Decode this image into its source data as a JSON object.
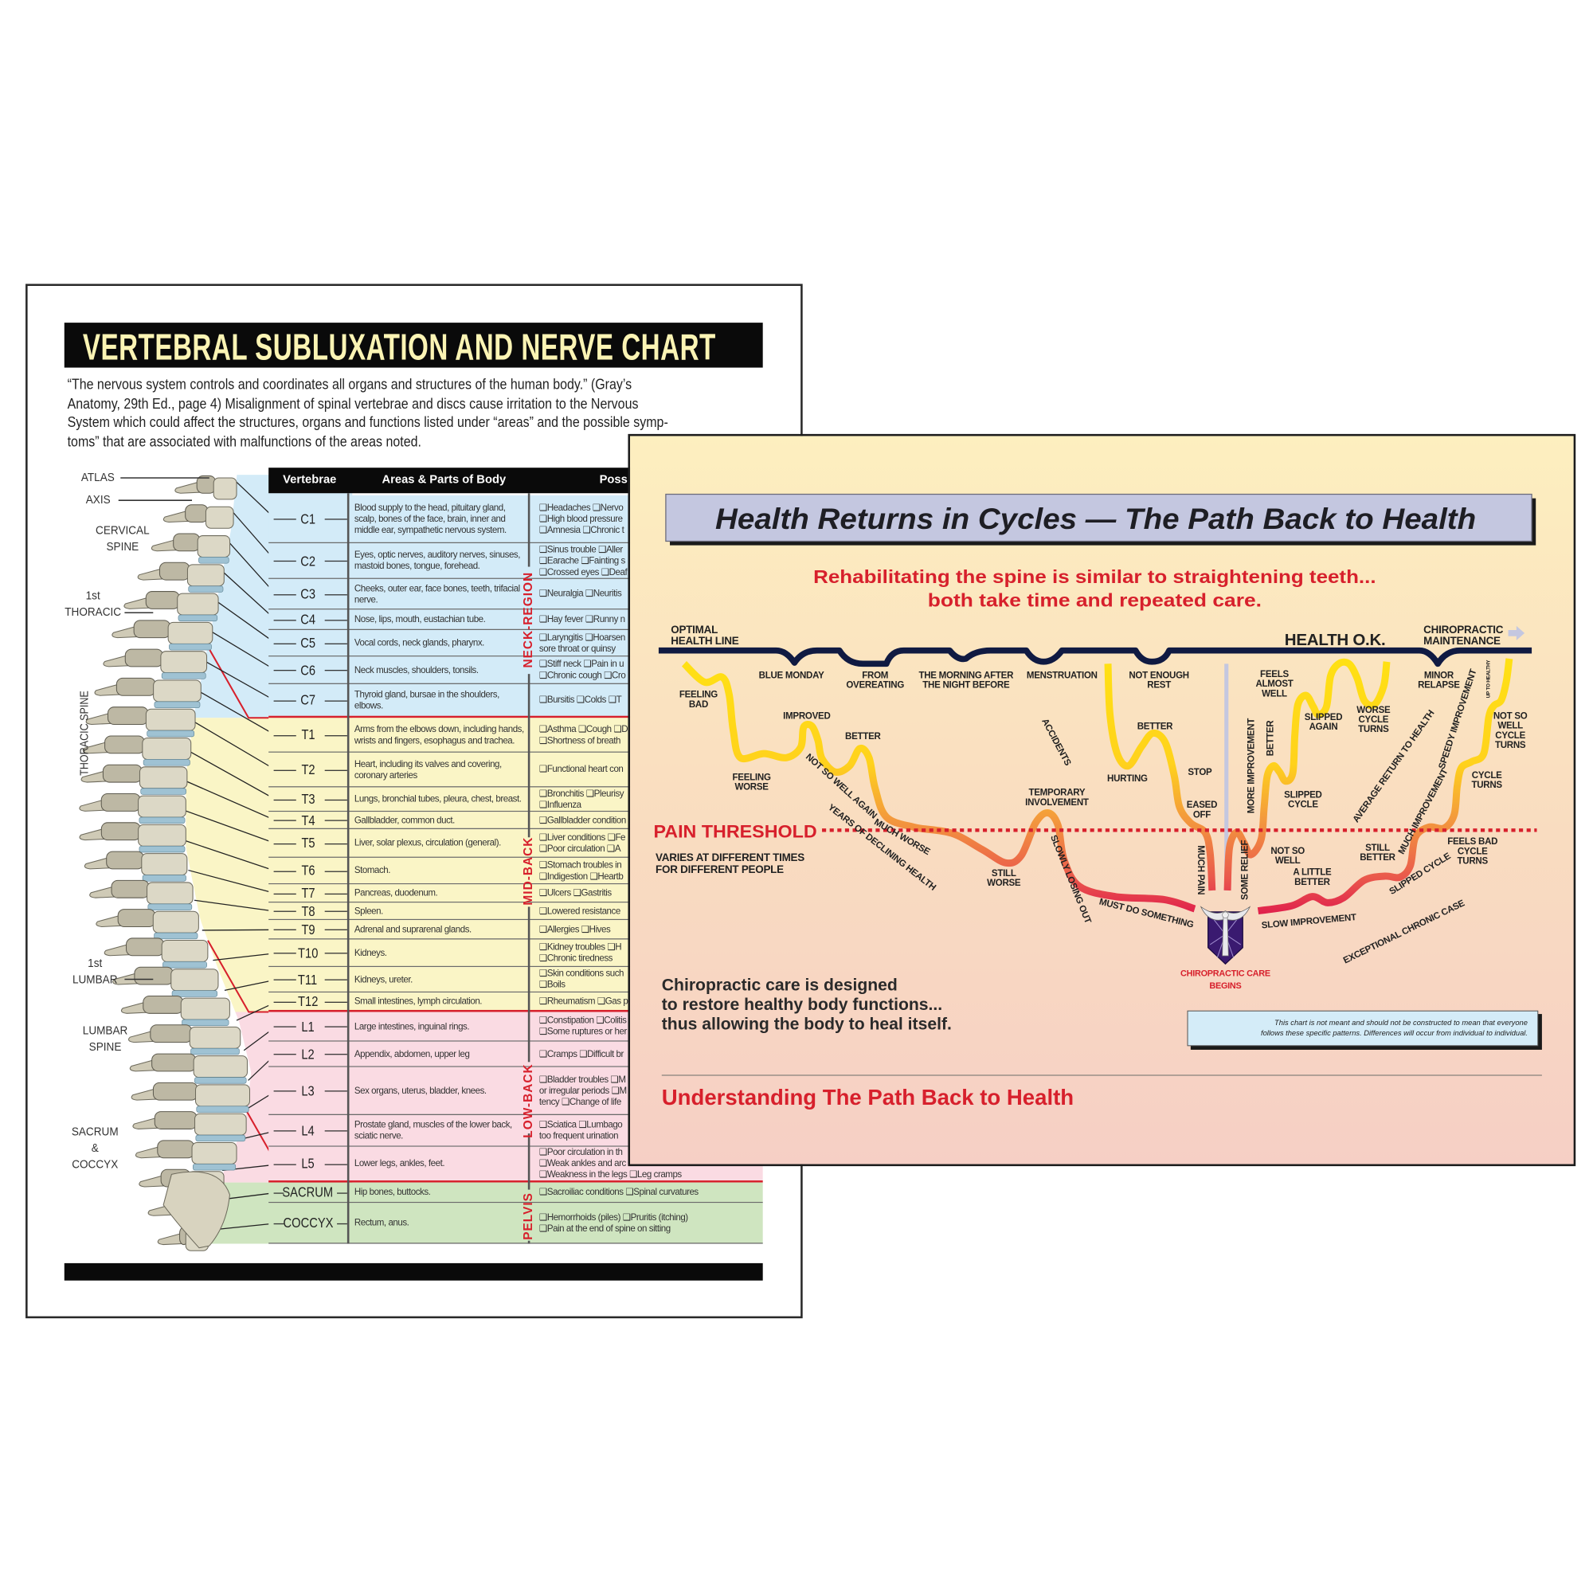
{
  "nerve_chart": {
    "title": "VERTEBRAL SUBLUXATION AND NERVE CHART",
    "intro_lines": [
      "“The nervous system controls and coordinates all organs and structures of the human body.” (Gray’s",
      "Anatomy, 29th Ed., page 4) Misalignment of spinal vertebrae and discs cause irritation to the Nervous",
      "System which could affect the structures, organs and functions listed under “areas” and the possible symp-",
      "toms” that are associated with malfunctions of the areas noted."
    ],
    "spine_labels": {
      "atlas": "ATLAS",
      "axis": "AXIS",
      "cervical": [
        "CERVICAL",
        "SPINE"
      ],
      "first_thoracic": [
        "1st",
        "THORACIC"
      ],
      "thoracic": "THORACIC SPINE",
      "first_lumbar": [
        "1st",
        "LUMBAR"
      ],
      "lumbar": [
        "LUMBAR",
        "SPINE"
      ],
      "sacrum_coccyx": [
        "SACRUM",
        "&",
        "COCCYX"
      ]
    },
    "headers": [
      "Vertebrae",
      "Areas & Parts of Body",
      "Possi"
    ],
    "regions": [
      "NECK-REGION",
      "MID-BACK",
      "LOW-BACK",
      "PELVIS"
    ],
    "region_colors": {
      "neck": "#d3ebf8",
      "mid": "#faf5c6",
      "low": "#fadbe3",
      "pelvis": "#cfe5c0",
      "divider": "#d7202c"
    },
    "rows": [
      {
        "v": "C1",
        "area": "Blood supply to the head, pituitary gland, scalp, bones of the face, brain, inner and middle ear, sympathetic nervous system.",
        "symptoms": [
          "❑Headaches ❑Nervo",
          "❑High blood pressure",
          "❑Amnesia ❑Chronic t"
        ]
      },
      {
        "v": "C2",
        "area": "Eyes, optic nerves, auditory nerves, sinuses, mastoid bones, tongue, forehead.",
        "symptoms": [
          "❑Sinus trouble ❑Aller",
          "❑Earache ❑Fainting s",
          "❑Crossed eyes ❑Deaf"
        ]
      },
      {
        "v": "C3",
        "area": "Cheeks, outer ear, face bones, teeth, trifacial nerve.",
        "symptoms": [
          "❑Neuralgia ❑Neuritis"
        ]
      },
      {
        "v": "C4",
        "area": "Nose, lips, mouth, eustachian tube.",
        "symptoms": [
          "❑Hay fever ❑Runny n"
        ]
      },
      {
        "v": "C5",
        "area": "Vocal cords, neck glands, pharynx.",
        "symptoms": [
          "❑Laryngitis ❑Hoarsen",
          "sore throat or quinsy"
        ]
      },
      {
        "v": "C6",
        "area": "Neck muscles, shoulders, tonsils.",
        "symptoms": [
          "❑Stiff neck ❑Pain in u",
          "❑Chronic cough ❑Cro"
        ]
      },
      {
        "v": "C7",
        "area": "Thyroid gland, bursae in the shoulders, elbows.",
        "symptoms": [
          "❑Bursitis ❑Colds ❑T"
        ]
      },
      {
        "v": "T1",
        "area": "Arms from the elbows down, including hands, wrists and fingers, esophagus and trachea.",
        "symptoms": [
          "❑Asthma ❑Cough ❑D",
          "❑Shortness of breath"
        ]
      },
      {
        "v": "T2",
        "area": "Heart, including its valves and covering, coronary arteries",
        "symptoms": [
          "❑Functional heart con"
        ]
      },
      {
        "v": "T3",
        "area": "Lungs, bronchial tubes, pleura, chest, breast.",
        "symptoms": [
          "❑Bronchitis ❑Pleurisy",
          "❑Influenza"
        ]
      },
      {
        "v": "T4",
        "area": "Gallbladder, common duct.",
        "symptoms": [
          "❑Gallbladder condition"
        ]
      },
      {
        "v": "T5",
        "area": "Liver, solar plexus, circulation (general).",
        "symptoms": [
          "❑Liver conditions ❑Fe",
          "❑Poor circulation ❑A"
        ]
      },
      {
        "v": "T6",
        "area": "Stomach.",
        "symptoms": [
          "❑Stomach troubles in",
          "❑Indigestion ❑Heartb"
        ]
      },
      {
        "v": "T7",
        "area": "Pancreas, duodenum.",
        "symptoms": [
          "❑Ulcers ❑Gastritis"
        ]
      },
      {
        "v": "T8",
        "area": "Spleen.",
        "symptoms": [
          "❑Lowered resistance"
        ]
      },
      {
        "v": "T9",
        "area": "Adrenal and suprarenal glands.",
        "symptoms": [
          "❑Allergies ❑Hives"
        ]
      },
      {
        "v": "T10",
        "area": "Kidneys.",
        "symptoms": [
          "❑Kidney troubles ❑H",
          "❑Chronic tiredness"
        ]
      },
      {
        "v": "T11",
        "area": "Kidneys, ureter.",
        "symptoms": [
          "❑Skin conditions such",
          "❑Boils"
        ]
      },
      {
        "v": "T12",
        "area": "Small intestines, lymph circulation.",
        "symptoms": [
          "❑Rheumatism ❑Gas p"
        ]
      },
      {
        "v": "L1",
        "area": "Large intestines, inguinal rings.",
        "symptoms": [
          "❑Constipation ❑Colitis",
          "❑Some ruptures or her"
        ]
      },
      {
        "v": "L2",
        "area": "Appendix, abdomen, upper leg",
        "symptoms": [
          "❑Cramps ❑Difficult br"
        ]
      },
      {
        "v": "L3",
        "area": "Sex organs, uterus, bladder, knees.",
        "symptoms": [
          "❑Bladder troubles ❑M",
          "or irregular periods ❑M",
          "tency ❑Change of life"
        ]
      },
      {
        "v": "L4",
        "area": "Prostate gland, muscles of the lower back, sciatic nerve.",
        "symptoms": [
          "❑Sciatica ❑Lumbago",
          "too frequent urination"
        ]
      },
      {
        "v": "L5",
        "area": "Lower legs, ankles, feet.",
        "symptoms": [
          "❑Poor circulation in th",
          "❑Weak ankles and arc",
          "❑Weakness in the legs ❑Leg cramps"
        ]
      },
      {
        "v": "SACRUM",
        "area": "Hip bones, buttocks.",
        "symptoms": [
          "❑Sacroiliac conditions ❑Spinal curvatures"
        ]
      },
      {
        "v": "COCCYX",
        "area": "Rectum, anus.",
        "symptoms": [
          "❑Hemorrhoids (piles) ❑Pruritis (itching)",
          "❑Pain at the end of spine on sitting"
        ]
      }
    ]
  },
  "cycles_chart": {
    "title": "Health Returns in Cycles — The Path Back to Health",
    "subtitle_lines": [
      "Rehabilitating the spine is similar to straightening teeth...",
      "both take time and repeated care."
    ],
    "optimal_label": [
      "OPTIMAL",
      "HEALTH LINE"
    ],
    "health_ok": "HEALTH O.K.",
    "maintenance": [
      "CHIROPRACTIC",
      "MAINTENANCE"
    ],
    "pain_threshold": "PAIN THRESHOLD",
    "threshold_note": [
      "VARIES AT DIFFERENT TIMES",
      "FOR DIFFERENT PEOPLE"
    ],
    "care_begins": [
      "CHIROPRACTIC CARE",
      "BEGINS"
    ],
    "curve_labels": [
      [
        "FEELING",
        "BAD"
      ],
      [
        "BLUE MONDAY"
      ],
      [
        "FROM",
        "OVEREATING"
      ],
      [
        "THE MORNING AFTER",
        "THE NIGHT BEFORE"
      ],
      [
        "MENSTRUATION"
      ],
      [
        "NOT ENOUGH",
        "REST"
      ],
      [
        "IMPROVED"
      ],
      [
        "BETTER"
      ],
      [
        "FEELING",
        "WORSE"
      ],
      [
        "NOT SO WELL AGAIN"
      ],
      [
        "MUCH WORSE"
      ],
      [
        "YEARS OF DECLINING HEALTH"
      ],
      [
        "ACCIDENTS"
      ],
      [
        "TEMPORARY",
        "INVOLVEMENT"
      ],
      [
        "STILL",
        "WORSE"
      ],
      [
        "SLOWLY LOSING OUT"
      ],
      [
        "MUST DO SOMETHING"
      ],
      [
        "BETTER"
      ],
      [
        "HURTING"
      ],
      [
        "STOP"
      ],
      [
        "EASED",
        "OFF"
      ],
      [
        "MUCH PAIN"
      ],
      [
        "SOME RELIEF"
      ],
      [
        "MORE IMPROVEMENT"
      ],
      [
        "BETTER"
      ],
      [
        "FEELS",
        "ALMOST",
        "WELL"
      ],
      [
        "SLIPPED",
        "AGAIN"
      ],
      [
        "WORSE",
        "CYCLE",
        "TURNS"
      ],
      [
        "SLIPPED",
        "CYCLE"
      ],
      [
        "NOT SO",
        "WELL"
      ],
      [
        "A LITTLE",
        "BETTER"
      ],
      [
        "STILL",
        "BETTER"
      ],
      [
        "SLOW IMPROVEMENT"
      ],
      [
        "SLIPPED CYCLE"
      ],
      [
        "EXCEPTIONAL CHRONIC CASE"
      ],
      [
        "AVERAGE RETURN TO HEALTH"
      ],
      [
        "MUCH IMPROVEMENT"
      ],
      [
        "SPEEDY IMPROVEMENT"
      ],
      [
        "MINOR",
        "RELAPSE"
      ],
      [
        "UP TO HEALTHY"
      ],
      [
        "NOT SO",
        "WELL",
        "CYCLE",
        "TURNS"
      ],
      [
        "CYCLE",
        "TURNS"
      ],
      [
        "FEELS BAD",
        "CYCLE",
        "TURNS"
      ]
    ],
    "body_lines": [
      "Chiropractic care is designed",
      "to restore healthy body functions...",
      "thus allowing the body to heal itself."
    ],
    "disclaimer_lines": [
      "This chart is not meant and should not be constructed to mean that everyone",
      "follows these specific patterns. Differences will occur from individual to individual."
    ],
    "footer_heading": "Understanding The Path Back to Health",
    "colors": {
      "accent_red": "#d7202c",
      "health_line": "#101a42",
      "title_box": "#c4c7e0",
      "curve_top": "#ffe014",
      "curve_bottom": "#e0204c",
      "disclaimer_box": "#d4ecf8"
    },
    "icons": [
      "chiropractic-logo-icon",
      "arrow-right-icon"
    ]
  }
}
